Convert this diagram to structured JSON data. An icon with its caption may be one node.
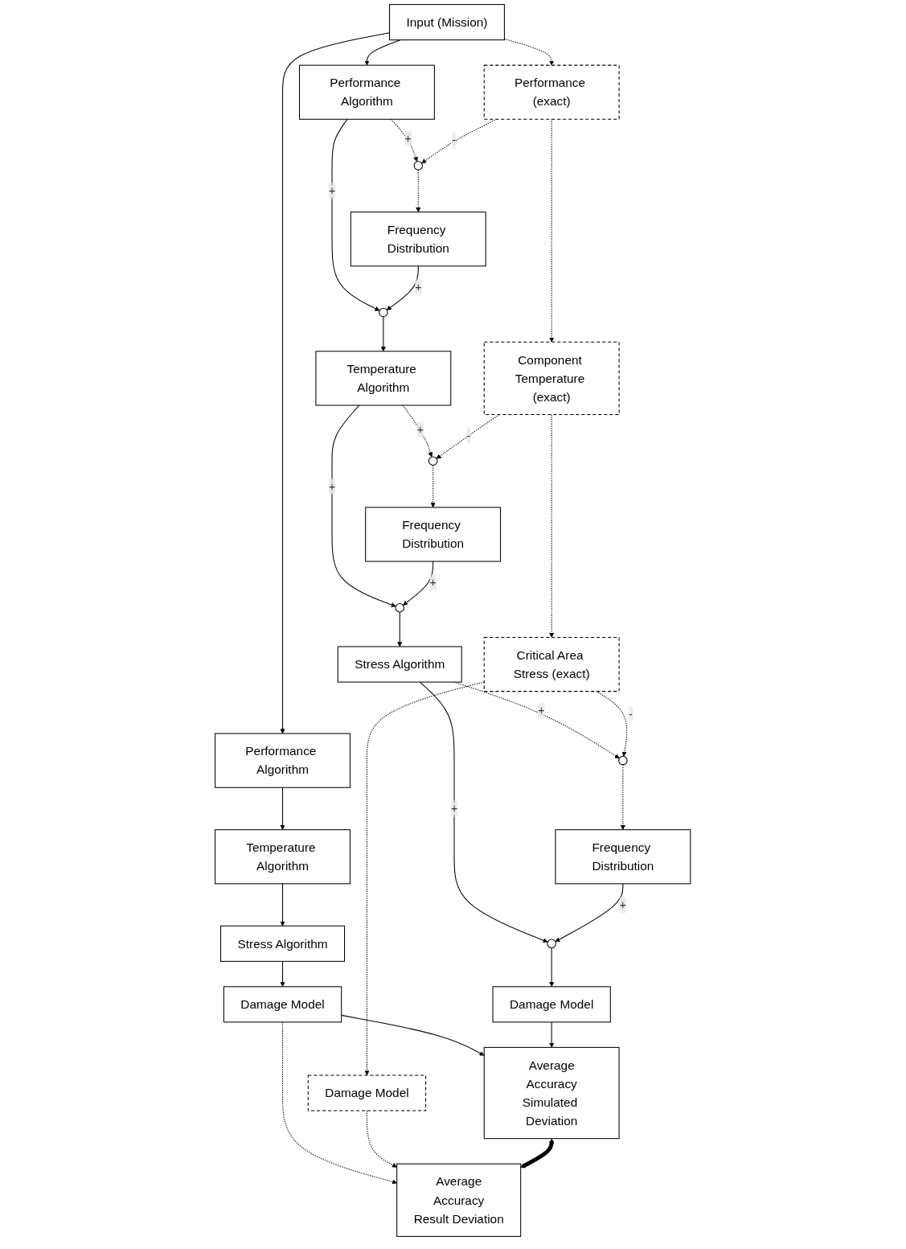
{
  "diagram": {
    "nodes": [
      {
        "text": [
          "Input (Mission)"
        ]
      },
      {
        "text": [
          "Performance Algorithm"
        ]
      },
      {
        "text": [
          "Performance Algorithm"
        ]
      },
      {
        "text": [
          "Performance (exact)"
        ]
      },
      {
        "text": [],
        "shape": "circle"
      },
      {
        "text": [
          "Frequency Distribution"
        ]
      },
      {
        "text": [],
        "shape": "circle"
      },
      {
        "text": [
          "Temperature Algorithm"
        ]
      },
      {
        "text": [
          "Temperature Algorithm"
        ]
      },
      {
        "text": [
          "Component Temperature (exact)"
        ]
      },
      {
        "text": [],
        "shape": "circle"
      },
      {
        "text": [
          "Frequency Distribution"
        ]
      },
      {
        "text": [],
        "shape": "circle"
      },
      {
        "text": [
          "Stress Algorithm"
        ]
      },
      {
        "text": [
          "Stress Algorithm"
        ]
      },
      {
        "text": [
          "Critical Area Stress (exact)"
        ]
      },
      {
        "text": [],
        "shape": "circle"
      },
      {
        "text": [
          "Frequency Distribution"
        ]
      },
      {
        "text": [],
        "shape": "circle"
      },
      {
        "text": [
          "Damage Model"
        ]
      },
      {
        "text": [
          "Damage Model"
        ]
      },
      {
        "text": [
          "Damage Model"
        ]
      },
      {
        "text": [
          "Average",
          "Accuracy",
          "Simulated Deviation"
        ]
      },
      {
        "text": [
          "Average",
          "Accuracy",
          "Result Deviation"
        ]
      }
    ],
    "edges": [
      {
        "from": 0,
        "to": 1,
        "arrow": "to"
      },
      {
        "from": 0,
        "to": 2,
        "arrow": "to"
      },
      {
        "from": 0,
        "to": 3,
        "arrow": "to",
        "style": "dashed"
      },
      {
        "from": 2,
        "to": 4,
        "arrow": "to",
        "style": "dashed",
        "label": "+"
      },
      {
        "from": 3,
        "to": 4,
        "arrow": "to",
        "style": "dashed",
        "label": "-"
      },
      {
        "from": 4,
        "to": 5,
        "arrow": "to",
        "style": "dashed"
      },
      {
        "from": 1,
        "to": 7,
        "arrow": "to"
      },
      {
        "from": 2,
        "to": 6,
        "arrow": "to",
        "label": "+"
      },
      {
        "from": 5,
        "to": 6,
        "arrow": "to",
        "label": "+"
      },
      {
        "from": 6,
        "to": 8,
        "arrow": "to"
      },
      {
        "from": 3,
        "to": 9,
        "arrow": "to",
        "style": "dashed"
      },
      {
        "from": 8,
        "to": 10,
        "arrow": "to",
        "style": "dashed",
        "label": "+"
      },
      {
        "from": 9,
        "to": 10,
        "arrow": "to",
        "style": "dashed",
        "label": "-"
      },
      {
        "from": 10,
        "to": 11,
        "arrow": "to",
        "style": "dashed"
      },
      {
        "from": 7,
        "to": 13,
        "arrow": "to"
      },
      {
        "from": 8,
        "to": 12,
        "arrow": "to",
        "label": "+"
      },
      {
        "from": 11,
        "to": 12,
        "arrow": "to",
        "label": "+"
      },
      {
        "from": 12,
        "to": 14,
        "arrow": "to"
      },
      {
        "from": 9,
        "to": 15,
        "arrow": "to",
        "style": "dashed"
      },
      {
        "from": 14,
        "to": 16,
        "arrow": "to",
        "style": "dashed",
        "label": "+"
      },
      {
        "from": 15,
        "to": 16,
        "arrow": "to",
        "style": "dashed",
        "label": "-"
      },
      {
        "from": 16,
        "to": 17,
        "arrow": "to",
        "style": "dashed"
      },
      {
        "from": 13,
        "to": 19,
        "arrow": "to"
      },
      {
        "from": 14,
        "to": 18,
        "arrow": "to",
        "label": "+"
      },
      {
        "from": 17,
        "to": 18,
        "arrow": "to",
        "label": "+"
      },
      {
        "from": 18,
        "to": 20,
        "arrow": "to"
      },
      {
        "from": 15,
        "to": 21,
        "arrow": "to",
        "style": "dashed"
      },
      {
        "from": 19,
        "to": 22,
        "arrow": "to"
      },
      {
        "from": 20,
        "to": 22,
        "arrow": "to"
      },
      {
        "from": 19,
        "to": 23,
        "arrow": "to",
        "style": "dashed"
      },
      {
        "from": 21,
        "to": 23,
        "arrow": "to",
        "style": "dashed"
      },
      {
        "from": 22,
        "to": 23,
        "arrow": "both",
        "style": "thick"
      }
    ]
  }
}
